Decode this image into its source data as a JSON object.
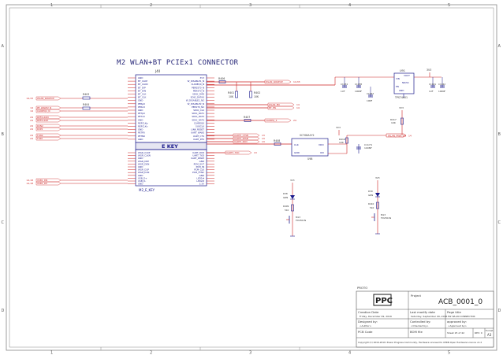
{
  "border": {
    "cols": [
      "1",
      "2",
      "3",
      "4",
      "5"
    ],
    "rows": [
      "A",
      "B",
      "C",
      "D"
    ]
  },
  "title": "M2 WLAN+BT PCIEx1 CONNECTOR",
  "connector": {
    "ref": "J40",
    "name": "M2_E_KEY",
    "key_label": "E  KEY",
    "left_pins": [
      "GND",
      "BT_CLKP",
      "BT_CLKN",
      "BT_DIP",
      "BT_DIN",
      "BT_CLK",
      "BT_CLK",
      "GND",
      "PERp0",
      "PERn0",
      "GND",
      "PETp0",
      "PETn0",
      "GND",
      "REFCLKp",
      "REFCLKn",
      "GND",
      "PETP0",
      "PETN0",
      "GND"
    ],
    "right_pins": [
      "3V3",
      "W_DISABLE1_N",
      "CLKREQ0_N",
      "PEREST0_N",
      "PERST0_N",
      "SDIO_CMD",
      "SDIO_DATA0",
      "W_DISABLE1_N2",
      "W_DISABLE2_N",
      "PERST0_N2",
      "SDIO_CLK",
      "SDIO_DAT1",
      "SDIO_DAT2",
      "SDIO_DAT3",
      "CLKREQ0",
      "SUSCLK",
      "LINK_RESET",
      "UART_WAKE",
      "UART_CTS",
      "UART_RTS"
    ],
    "bottom_left_pins": [
      "WGR_CLKP",
      "WGR_CLKN",
      "GND",
      "WGR_D0P",
      "WGR_D0N",
      "GND",
      "WGR_D1P",
      "WGR_D1N",
      "GND",
      "USB_D+",
      "USB_D-",
      "GND"
    ],
    "bottom_right_pins": [
      "UART_RXD",
      "UART_TXD",
      "UART_WAKE",
      "GND",
      "PCM_OUT",
      "PCM_IN",
      "PCM_CLK",
      "PCM_SYNC",
      "GND",
      "LED1#",
      "LED2#",
      "3.3V"
    ]
  },
  "left_nets": [
    {
      "page": "14,33",
      "name": "WLAN_WAKEUP"
    },
    {
      "page": "14",
      "name": "PE_WAKE2_N"
    },
    {
      "page": "14",
      "name": "CLKREQ2_N"
    },
    {
      "page": "24",
      "name": "REFCLK2N"
    },
    {
      "page": "24",
      "name": "REFCLK2P"
    },
    {
      "page": "24",
      "name": "RXN2"
    },
    {
      "page": "24",
      "name": "RXP2"
    },
    {
      "page": "24",
      "name": "TXN2"
    },
    {
      "page": "24",
      "name": "TXP2"
    },
    {
      "page": "14,18",
      "name": "USB1_DN"
    },
    {
      "page": "14,18",
      "name": "USB1_DP"
    }
  ],
  "left_resistors": [
    "R403",
    "R404"
  ],
  "right_nets": [
    {
      "name": "WLAN_WAKEUP",
      "page": "14,33"
    },
    {
      "name": "WLAN_EN",
      "page": "14"
    },
    {
      "name": "BT_EN",
      "page": "14"
    },
    {
      "name": "CLKREQ_2",
      "page": "24"
    },
    {
      "name": "UART3_CTSB",
      "page": "13"
    },
    {
      "name": "UART3_RTSB",
      "page": "13"
    },
    {
      "name": "UART3_RXD",
      "page": "13"
    },
    {
      "name": "UART3_TXD",
      "page": "13"
    }
  ],
  "right_resistors": [
    "R406",
    "R407",
    "R408"
  ],
  "pullups": [
    {
      "ref": "R401",
      "value": "10K"
    },
    {
      "ref": "R402",
      "value": "10K"
    }
  ],
  "regulator": {
    "ref": "U91",
    "part": "TPS74601",
    "pins": [
      "VOUT",
      "VIN",
      "NR/SS",
      "EN",
      "GND"
    ]
  },
  "caps": [
    {
      "ref": "C1934",
      "value": "1UF"
    },
    {
      "ref": "C1938",
      "value": "100NF"
    },
    {
      "ref": "C1943",
      "value": "10NF"
    },
    {
      "ref": "C1941",
      "value": "1UF"
    },
    {
      "ref": "C1942",
      "value": "100NF"
    },
    {
      "ref": "C1174",
      "value": "100NF"
    }
  ],
  "level_shifter": {
    "ref": "U98",
    "part": "SC708A1Y2",
    "pins": [
      "CLK",
      "GND",
      "VDD",
      "ON"
    ]
  },
  "misc_parts": [
    {
      "ref": "R416",
      "value": "10K"
    },
    {
      "ref": "R417",
      "value": "10K"
    },
    {
      "ref": "R408",
      "value": "10K"
    }
  ],
  "power_net": {
    "name": "WLAN_PWR_EN",
    "page": "14"
  },
  "rail_labels": [
    "3V3",
    "3V3",
    "3V3"
  ],
  "leds": [
    {
      "led": "D38",
      "led_name": "GRN",
      "res": "R409",
      "res_val": "510",
      "fet": "M13",
      "fet_part": "FDV301N"
    },
    {
      "led": "D39",
      "led_name": "GRN",
      "res": "R410",
      "res_val": "510",
      "fet": "M13",
      "fet_part": "FDV301N"
    }
  ],
  "proto_label": "PROTO",
  "title_block": {
    "logo_text": "PPC",
    "project_label": "Project",
    "project_name": "ACB_0001_0",
    "creation_label": "Creation Date",
    "creation_value": "Friday, December 09, 2016",
    "modify_label": "Last modify date",
    "modify_value": "Saturday, September 09, 2016",
    "page_label": "Page title",
    "page_value": "M2 WLAN CONNECTOR",
    "designed_label": "Designed by:",
    "designed_value": "<Author>",
    "controlled_label": "Controlled by:",
    "controlled_value": "<Checked by>",
    "approved_label": "approved by:",
    "approved_value": "<Approved by>",
    "pcb_label": "PCB Code",
    "bom_label": "BOM file",
    "sheet_text": "Sheet 25 of 42",
    "rev_text": "REV: 0",
    "format_label": "Format",
    "format_value": "A3",
    "copyright": "Copyright (C) 2016-2019: Power Progress Community, Hardware Licensed to CERN Open Hardware Licence v1.2"
  },
  "colors": {
    "wire": "#cc2222",
    "part": "#1a1a8c",
    "frame": "#666666",
    "text": "#222222"
  }
}
